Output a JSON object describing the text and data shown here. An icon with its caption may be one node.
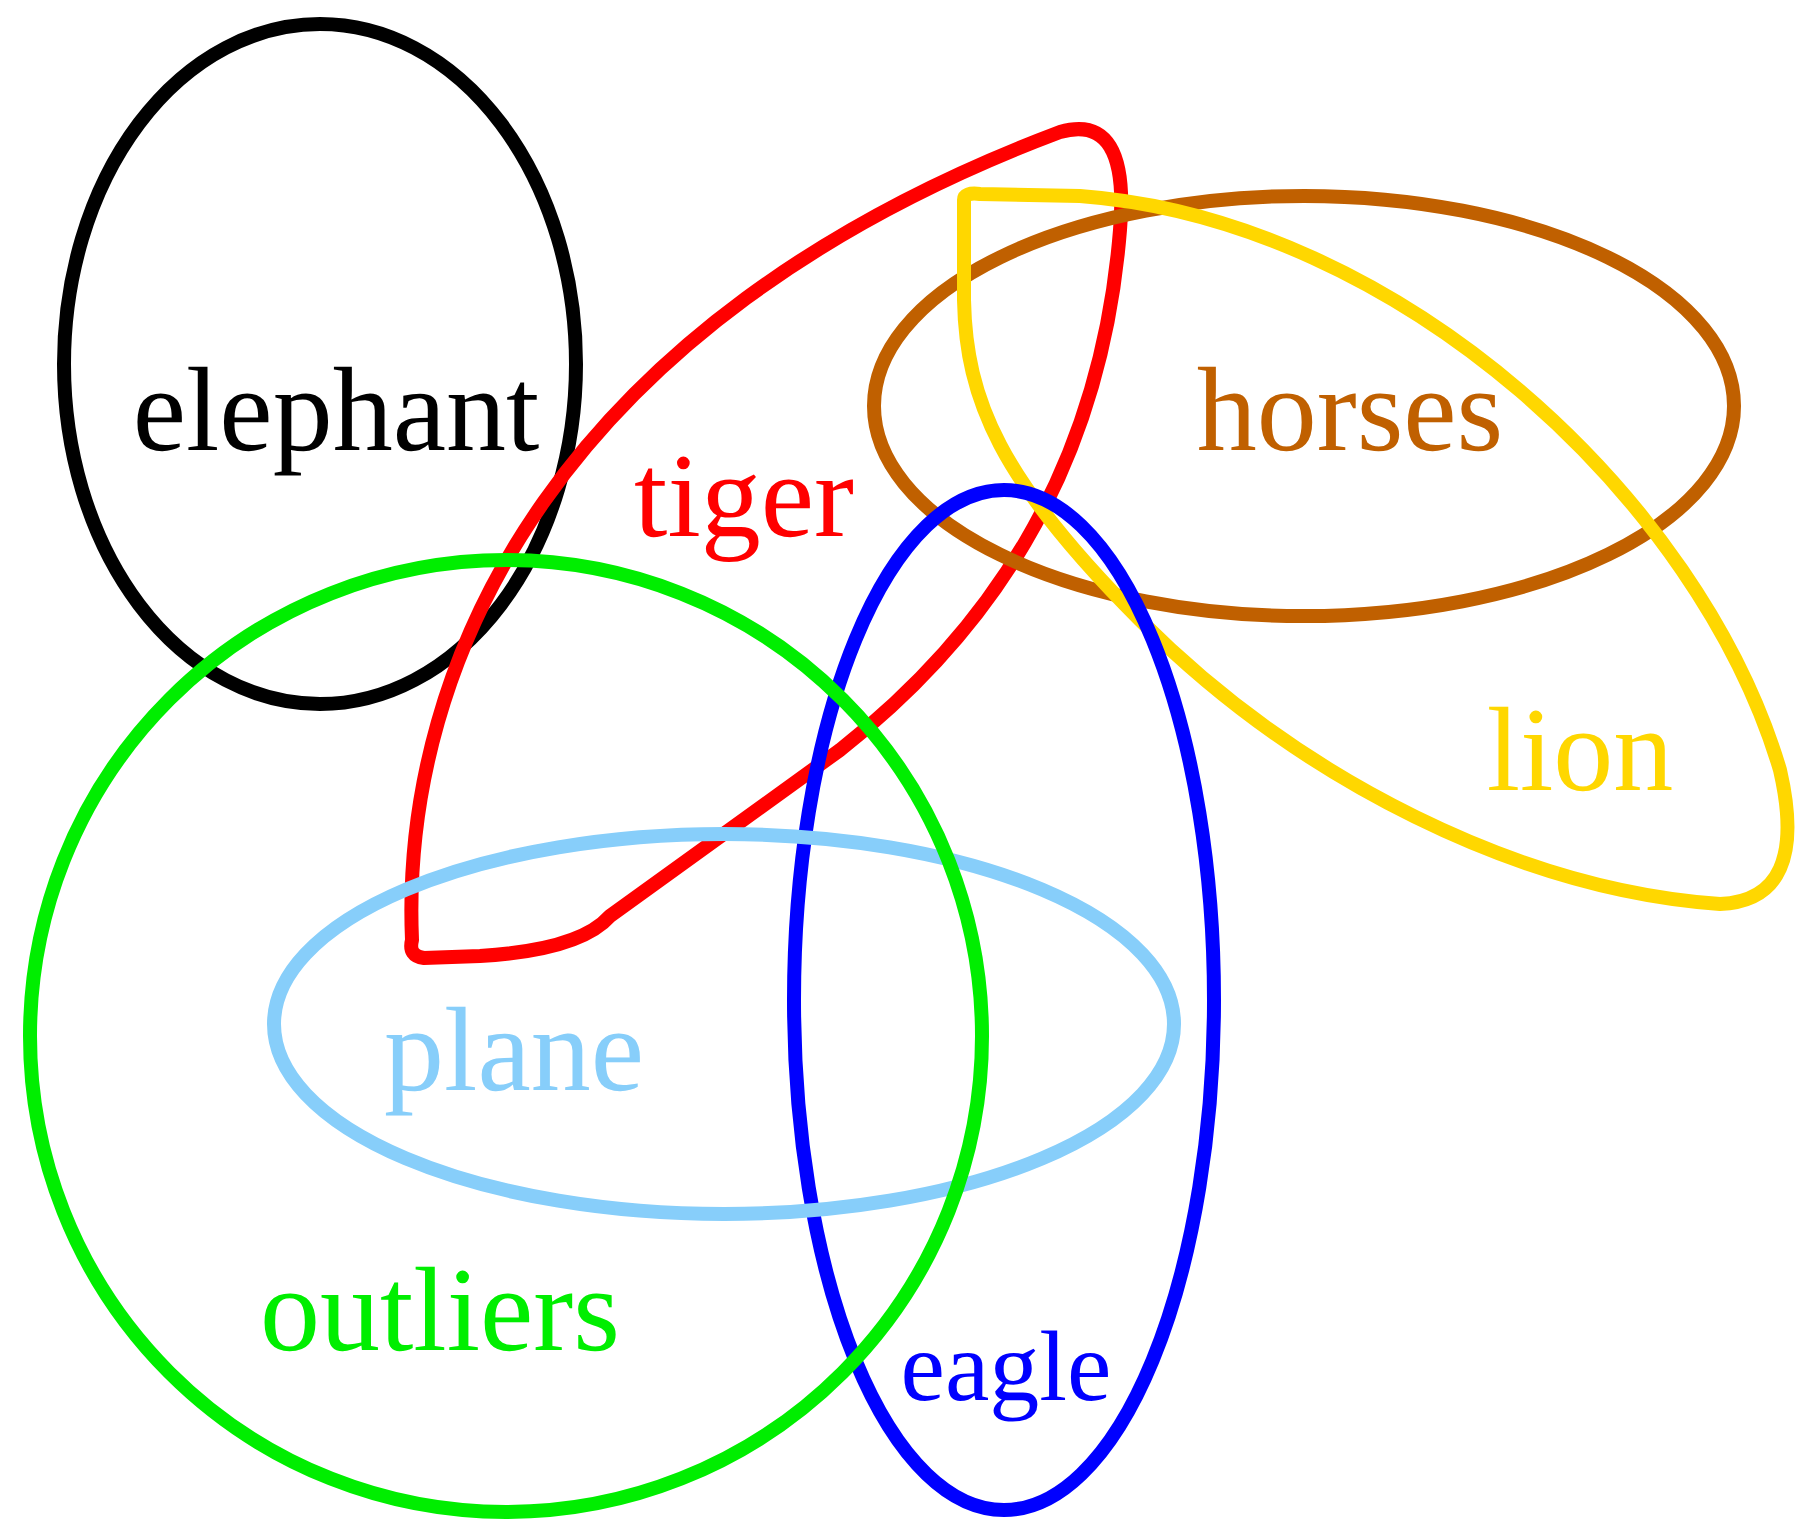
{
  "diagram": {
    "nodes": [
      {
        "text": [
          "elephant"
        ]
      },
      {
        "text": [
          "tiger"
        ]
      },
      {
        "text": [
          "horses"
        ]
      },
      {
        "text": [
          "lion"
        ]
      },
      {
        "text": [
          "eagle"
        ]
      },
      {
        "text": [
          "plane"
        ]
      },
      {
        "text": [
          "outliers"
        ]
      }
    ]
  }
}
